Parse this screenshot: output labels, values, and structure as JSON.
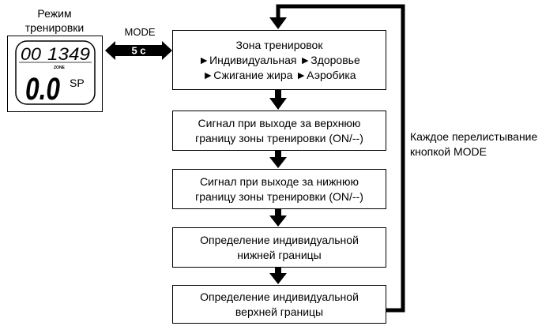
{
  "mode_panel": {
    "title_line1": "Режим",
    "title_line2": "тренировки",
    "lcd": {
      "top_left": "00",
      "top_right": "1349",
      "zone_label": "ZONE",
      "big_value": "0.0",
      "small_value": "SP"
    }
  },
  "mode_button": {
    "label": "MODE",
    "duration": "5 с"
  },
  "steps": [
    {
      "lines": [
        "Зона тренировок",
        "►Индивидуальная ►Здоровье",
        "►Сжигание жира ►Аэробика"
      ]
    },
    {
      "lines": [
        "Сигнал при выходе за верхнюю",
        "границу зоны тренировки (ON/--)"
      ]
    },
    {
      "lines": [
        "Сигнал при выходе за нижнюю",
        "границу зоны тренировки (ON/--)"
      ]
    },
    {
      "lines": [
        "Определение индивидуальной",
        "нижней границы"
      ]
    },
    {
      "lines": [
        "Определение индивидуальной",
        "верхней границы"
      ]
    }
  ],
  "loop_note": {
    "line1": "Каждое перелистывание",
    "line2": "кнопкой MODE"
  }
}
